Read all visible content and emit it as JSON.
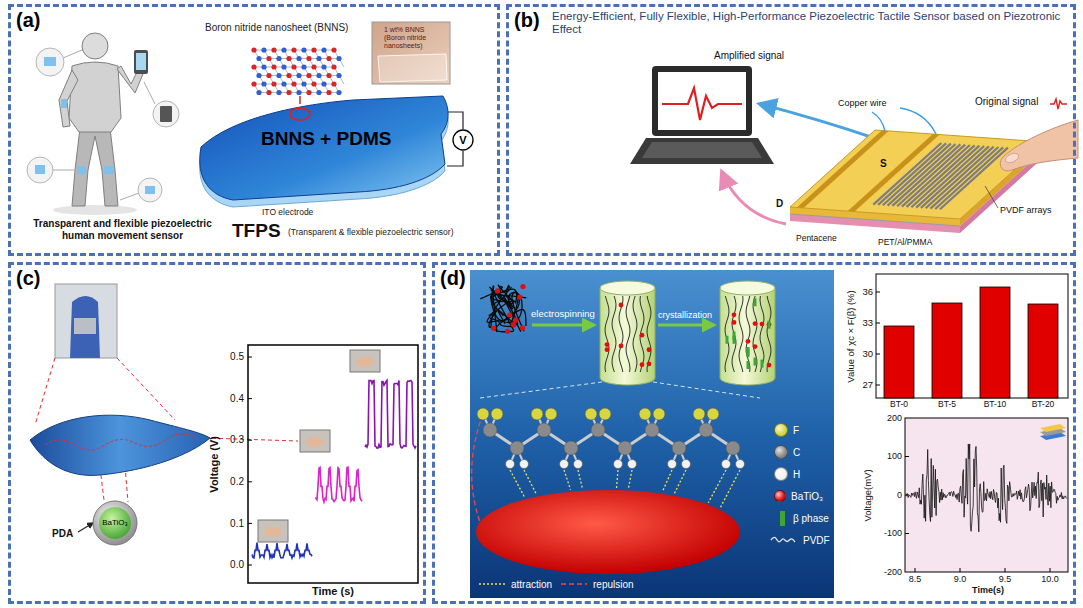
{
  "diagram": {
    "nodes": [
      {
        "text": [
          "(a)"
        ]
      },
      {
        "text": [
          "BNNS + PDMS"
        ],
        "in": 0
      },
      {
        "text": [
          "V"
        ],
        "in": 0
      },
      {
        "text": [
          "(b)"
        ]
      },
      {
        "text": [
          "(c)"
        ]
      },
      {
        "text": [
          "BaTiO₃"
        ],
        "in": 4
      },
      {
        "text": [
          "(d)"
        ]
      }
    ],
    "labels": [
      "Boron nitride nanosheet (BNNS)",
      "1 wt% BNNS (Boron nitride nanosheets)",
      "ITO electrode",
      "Transparent and flexible piezoelectric human movement sensor",
      "TFPS",
      "(Transparent & flexible piezoelectric sensor)",
      "Energy-Efficient, Fully Flexible, High-Performance Piezoelectric Tactile Sensor based on Piezotronic Effect",
      "Amplified signal",
      "Original signal",
      "Copper wire",
      "PVDF arrays",
      "S",
      "D",
      "Pentacene",
      "PET/Al/PMMA",
      "PDA",
      "Voltage (V)",
      "Time (s)",
      "0.0",
      "0.1",
      "0.2",
      "0.3",
      "0.4",
      "0.5",
      "electrospinning",
      "crystallization",
      "Value of χc × F(β) (%)",
      "36",
      "33",
      "30",
      "27",
      "BT-0",
      "BT-5",
      "BT-10",
      "BT-20",
      "Voltage(mV)",
      "200",
      "100",
      "0",
      "-100",
      "-200",
      "Time(s)",
      "8.5",
      "9.0",
      "9.5",
      "10.0"
    ],
    "legend": [
      {
        "text": "F",
        "color": "#d6d640"
      },
      {
        "text": "C",
        "color": "#8a8a8a"
      },
      {
        "text": "H",
        "color": "#f2f2f2"
      },
      {
        "text": "BaTiO₃",
        "color": "#e01010"
      },
      {
        "text": "β phase",
        "color": "#3fa535"
      },
      {
        "text": "PVDF"
      },
      {
        "text": "attraction"
      },
      {
        "text": "repulsion"
      }
    ]
  }
}
